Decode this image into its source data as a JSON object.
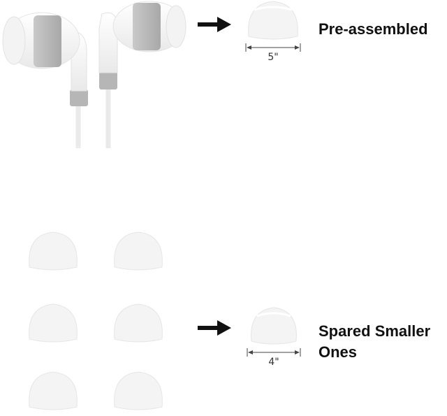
{
  "labels": {
    "pre_assembled": "Pre-assembled",
    "spared_line1": "Spared Smaller",
    "spared_line2": "Ones"
  },
  "dimensions": {
    "large_tip": "5\"",
    "small_tip": "4\""
  },
  "icons": {
    "arrow_top": "arrow-right-icon",
    "arrow_bottom": "arrow-right-icon"
  },
  "colors": {
    "tip_fill": "#f4f4f4",
    "tip_edge": "#e6e6e6",
    "text": "#111111",
    "band": "#b9b9b9"
  }
}
